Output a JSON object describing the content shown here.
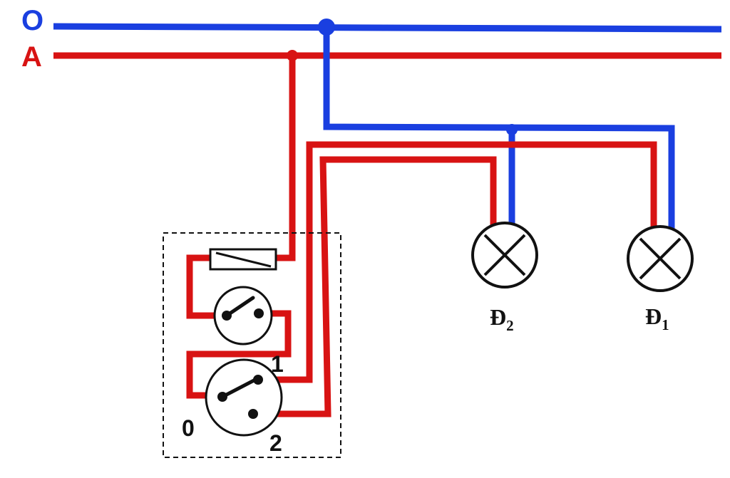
{
  "lines": {
    "neutral": {
      "label": "O",
      "color": "#1a3fe0"
    },
    "phase": {
      "label": "A",
      "color": "#d81313"
    }
  },
  "switch_terminals": {
    "t0": "0",
    "t1": "1",
    "t2": "2"
  },
  "lamps": {
    "d2": {
      "letter": "Đ",
      "sub": "2"
    },
    "d1": {
      "letter": "Đ",
      "sub": "1"
    }
  }
}
